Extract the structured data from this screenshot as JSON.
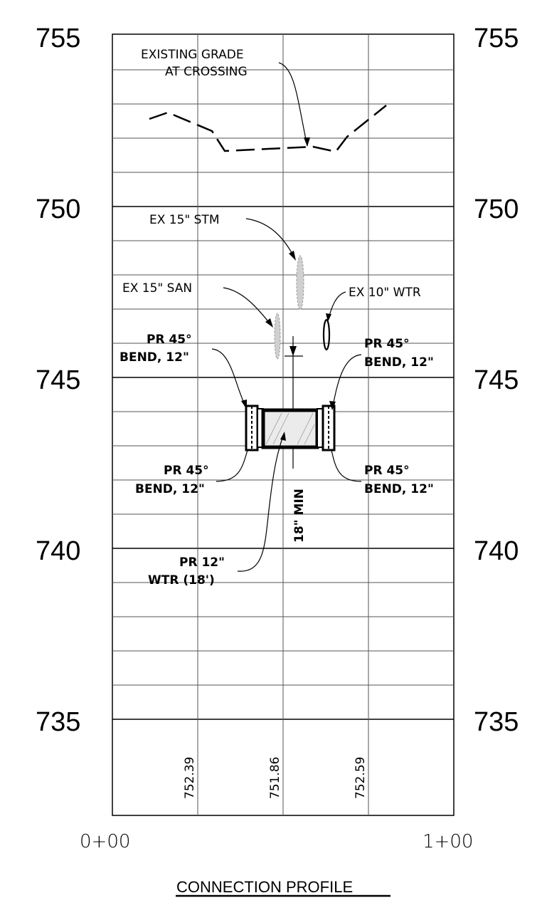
{
  "title": "CONNECTION PROFILE",
  "elevation_labels": [
    "755",
    "750",
    "745",
    "740",
    "735"
  ],
  "station_labels": [
    "0+00",
    "1+00"
  ],
  "grade_values": [
    "752.39",
    "751.86",
    "752.59"
  ],
  "annotations": {
    "existing_grade": [
      "EXISTING GRADE",
      "AT CROSSING"
    ],
    "ex_stm": "EX 15\" STM",
    "ex_san": "EX 15\" SAN",
    "ex_wtr": "EX 10\" WTR",
    "bend_ul": [
      "PR 45°",
      "BEND, 12\""
    ],
    "bend_ur": [
      "PR 45°",
      "BEND, 12\""
    ],
    "bend_ll": [
      "PR 45°",
      "BEND, 12\""
    ],
    "bend_lr": [
      "PR 45°",
      "BEND, 12\""
    ],
    "pr_wtr": [
      "PR 12\"",
      "WTR (18')"
    ],
    "clearance": "18\" MIN"
  },
  "colors": {
    "line": "#000000",
    "grid_minor": "#555555",
    "existing_pipe_fill": "#d0d0d0"
  }
}
